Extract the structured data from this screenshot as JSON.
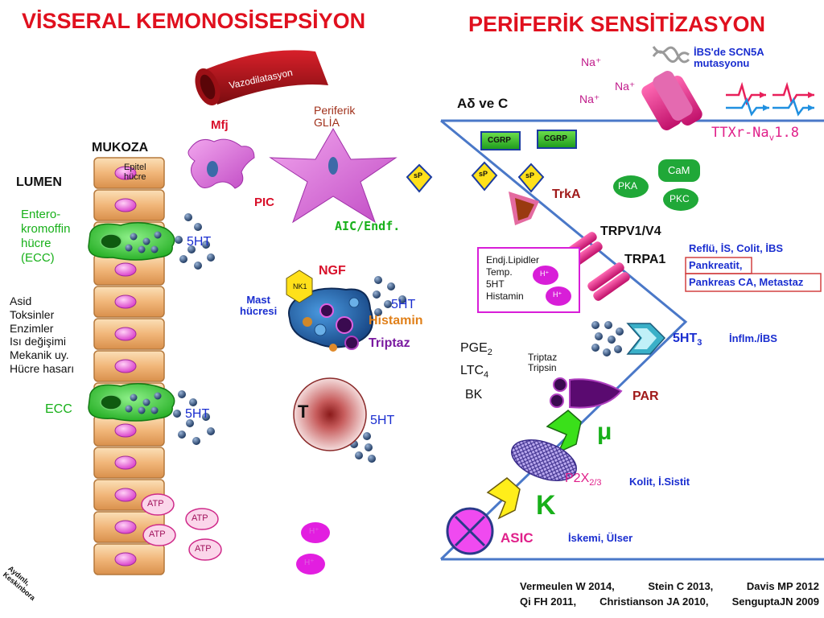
{
  "left": {
    "title": "VİSSERAL KEMONOSİSEPSİYON",
    "vasodilation": "Vazodilatasyon",
    "mfj": "Mfj",
    "glia": "Periferik\nGLİA",
    "mukoza": "MUKOZA",
    "lumen": "LUMEN",
    "epitel": "Epitel\nhücre",
    "pic": "PIC",
    "aic": "AIC/Endf.",
    "sp": "sP",
    "ecc_label": "Entero-\nkromoffin\nhücre\n(ECC)",
    "stimuli": [
      "Asid",
      "Toksinler",
      "Enzimler",
      "Isı değişimi",
      "Mekanik uy.",
      "Hücre hasarı"
    ],
    "ecc2": "ECC",
    "ht_labels": [
      "5HT",
      "5HT",
      "5HT",
      "5HT"
    ],
    "ngf": "NGF",
    "nk1": "NK1",
    "mast": "Mast\nhücresi",
    "histamin": "Histamin",
    "triptaz": "Triptaz",
    "t": "T",
    "atp": [
      "ATP",
      "ATP",
      "ATP",
      "ATP"
    ],
    "h_plus": [
      "H⁺",
      "H⁺"
    ]
  },
  "right": {
    "title": "PERİFERİK SENSİTİZASYON",
    "fiber": "Aδ ve C",
    "na": [
      "Na⁺",
      "Na⁺",
      "Na⁺"
    ],
    "ibs_scn5a": "İBS'de SCN5A\nmutasyonu",
    "ttxr_prefix": "TTXr-Na",
    "ttxr_sub": "v",
    "ttxr_suffix": "1.8",
    "cgrp": [
      "CGRP",
      "CGRP"
    ],
    "sp": [
      "sP",
      "sP"
    ],
    "trka": "TrkA",
    "pka": "PKA",
    "cam": "CaM",
    "pkc": "PKC",
    "trpv": "TRPV1/V4",
    "trpa": "TRPA1",
    "lipid_box": [
      "Endj.Lipidler",
      "Temp.",
      "5HT",
      "Histamin"
    ],
    "h_plus": [
      "H⁺",
      "H⁺"
    ],
    "reflux_lines": [
      "Reflü, İS, Colit, İBS",
      "Pankreatit,",
      "Pankreas CA, Metastaz"
    ],
    "ht3": "5HT",
    "ht3_sub": "3",
    "infl_ibs": "İnflm./İBS",
    "pge2": "PGE",
    "pge2_sub": "2",
    "ltc4": "LTC",
    "ltc4_sub": "4",
    "bk": "BK",
    "triptaz_tripsin": "Triptaz\nTripsin",
    "par": "PAR",
    "mu": "μ",
    "p2x": "P2X",
    "p2x_sub": "2/3",
    "kolit": "Kolit,  İ.Sistit",
    "kappa": "K",
    "asic": "ASIC",
    "iskemi": "İskemi, Ülser"
  },
  "footer": {
    "authors_rotated": "Aydınlı,\nKeskinbora",
    "ref_line1": [
      "Vermeulen W 2014,",
      "Stein C 2013,",
      "Davis MP 2012"
    ],
    "ref_line2": [
      "Qi FH 2011,",
      "Christianson JA 2010,",
      "SenguptaJN 2009"
    ]
  },
  "colors": {
    "title_red": "#e0101e",
    "blue_text": "#1a2ed0",
    "green_cell": "#34c834",
    "pink_receptor": "#e0208a",
    "magenta_node": "#d81ed8",
    "membrane_blue": "#4a78c8"
  }
}
